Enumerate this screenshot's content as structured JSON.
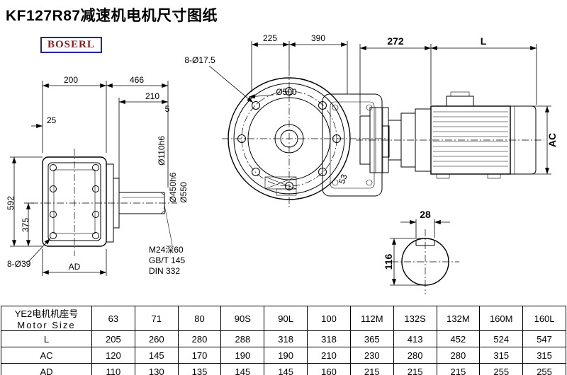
{
  "page": {
    "title": "KF127R87减速机电机尺寸图纸",
    "brand": {
      "name": "BOSERL",
      "border_color": "#2222aa",
      "text_color": "#8b1a1a"
    }
  },
  "drawing": {
    "left_view": {
      "dim_200": "200",
      "dim_466": "466",
      "dim_210": "210",
      "dim_5": "5",
      "dim_25": "25",
      "dim_592": "592",
      "dim_375": "375",
      "holes_label": "8-Ø39",
      "dim_ad": "AD",
      "label_shaft_dia": "Ø110h6",
      "label_spigot_dia": "Ø450h6",
      "label_flange_dia": "Ø550",
      "note_thread": "M24深60",
      "note_std1": "GB/T 145",
      "note_std2": "DIN 332"
    },
    "front_view": {
      "holes_label": "8-Ø17.5",
      "dim_225": "225",
      "dim_390": "390",
      "dia_label": "Ø500",
      "dim_53": "53"
    },
    "motor_view": {
      "dim_272": "272",
      "dim_length": "L",
      "dim_ac": "AC"
    },
    "shaft_section": {
      "dim_key_width": "28",
      "dim_dia": "116"
    }
  },
  "table": {
    "header_cn": "YE2电机机座号",
    "header_en": "Motor Size",
    "sizes": [
      "63",
      "71",
      "80",
      "90S",
      "90L",
      "100",
      "112M",
      "132S",
      "132M",
      "160M",
      "160L"
    ],
    "rows": [
      {
        "label": "L",
        "values": [
          "205",
          "260",
          "280",
          "288",
          "318",
          "318",
          "365",
          "413",
          "452",
          "524",
          "547"
        ]
      },
      {
        "label": "AC",
        "values": [
          "120",
          "145",
          "170",
          "190",
          "190",
          "210",
          "230",
          "280",
          "280",
          "315",
          "315"
        ]
      },
      {
        "label": "AD",
        "values": [
          "110",
          "130",
          "135",
          "145",
          "145",
          "160",
          "215",
          "215",
          "215",
          "255",
          "255"
        ]
      }
    ]
  }
}
